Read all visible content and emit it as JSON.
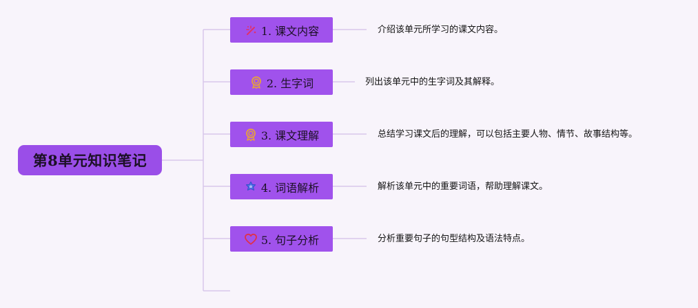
{
  "mindmap": {
    "root": {
      "label": "第8单元知识笔记"
    },
    "branches": [
      {
        "label": "1. 课文内容",
        "icon": "sparkle-wand-icon",
        "description": "介绍该单元所学习的课文内容。"
      },
      {
        "label": "2. 生字词",
        "icon": "award-ribbon-icon",
        "description": "列出该单元中的生字词及其解释。"
      },
      {
        "label": "3. 课文理解",
        "icon": "award-ribbon-icon",
        "description": "总结学习课文后的理解，可以包括主要人物、情节、故事结构等。"
      },
      {
        "label": "4. 词语解析",
        "icon": "blue-flower-icon",
        "description": "解析该单元中的重要词语，帮助理解课文。"
      },
      {
        "label": "5. 句子分析",
        "icon": "heart-outline-icon",
        "description": "分析重要句子的句型结构及语法特点。"
      }
    ]
  },
  "colors": {
    "node_fill": "#a052ec",
    "root_fill": "#9a4ee8",
    "connector": "#d7c7eb",
    "background": "#f8f4fb"
  }
}
